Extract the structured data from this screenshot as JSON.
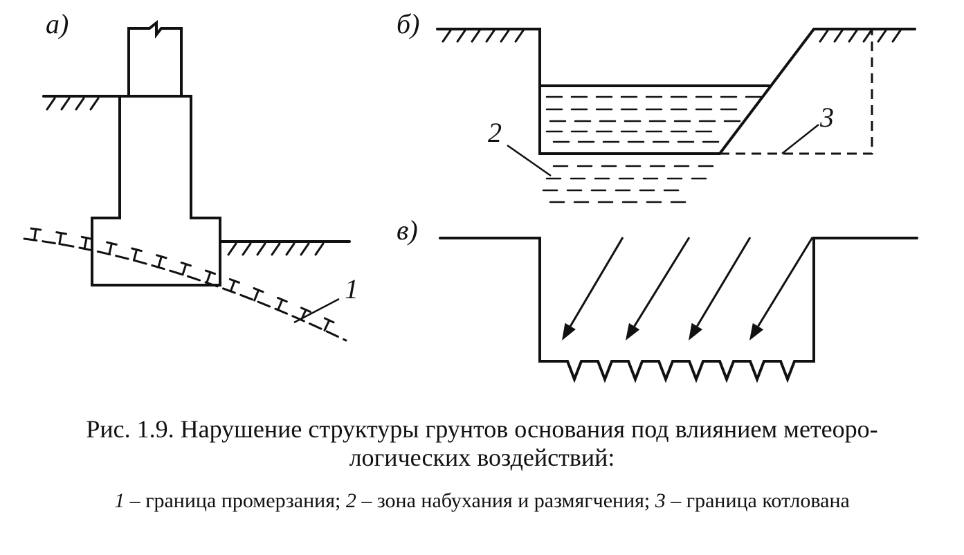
{
  "panels": {
    "a": {
      "label": "а)"
    },
    "b": {
      "label": "б)"
    },
    "v": {
      "label": "в)"
    }
  },
  "markers": {
    "m1": "1",
    "m2": "2",
    "m3": "3"
  },
  "caption": {
    "title_line1": "Рис. 1.9. Нарушение структуры грунтов основания под влиянием метеоро-",
    "title_line2": "логических воздействий:",
    "legend": [
      {
        "num": "1",
        "text": " – граница промерзания; "
      },
      {
        "num": "2",
        "text": " – зона набухания и размягчения; "
      },
      {
        "num": "3",
        "text": " – граница котлована"
      }
    ]
  },
  "colors": {
    "ink": "#111111",
    "background": "#ffffff"
  }
}
